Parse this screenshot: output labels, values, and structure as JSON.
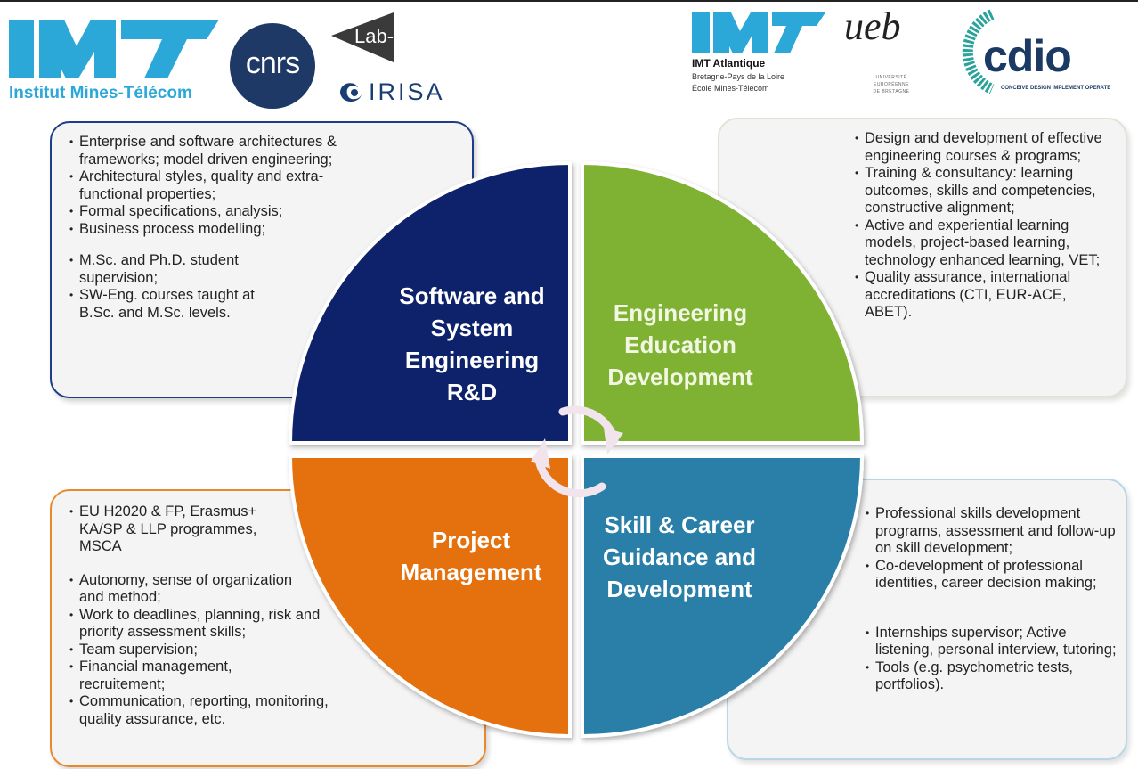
{
  "logos": {
    "imt": {
      "text": "Institut Mines-Télécom",
      "color": "#2ba8d8"
    },
    "cnrs": {
      "text": "cnrs",
      "color": "#1f3966"
    },
    "labsticc": {
      "text": "Lab-STICC"
    },
    "irisa": {
      "text": "IRISA",
      "color": "#1a3d73"
    },
    "imt_atlantique": {
      "name": "IMT Atlantique",
      "line1": "Bretagne-Pays de la Loire",
      "line2": "École Mines-Télécom"
    },
    "ueb": {
      "text": "ueb",
      "line1": "UNIVERSITÉ",
      "line2": "EUROPÉENNE",
      "line3": "DE BRETAGNE"
    },
    "cdio": {
      "text": "cdio",
      "tagline": "CONCEIVE DESIGN IMPLEMENT OPERATE"
    }
  },
  "quadrants": {
    "software": {
      "lines": [
        "Software and",
        "System",
        "Engineering",
        "R&D"
      ],
      "color": "#10226a"
    },
    "education": {
      "lines": [
        "Engineering",
        "Education",
        "Development"
      ],
      "color": "#7fb132"
    },
    "project": {
      "lines": [
        "Project",
        "Management"
      ],
      "color": "#e4710f"
    },
    "skill": {
      "lines": [
        "Skill & Career",
        "Guidance and",
        "Development"
      ],
      "color": "#2b7fa8"
    }
  },
  "boxes": {
    "software": [
      "Enterprise and software architectures & frameworks; model driven engineering;",
      "Architectural styles, quality and extra-functional properties;",
      "Formal specifications, analysis;",
      "Business process modelling;",
      "M.Sc. and Ph.D. student supervision;",
      "SW-Eng. courses taught at B.Sc. and M.Sc. levels."
    ],
    "education": [
      "Design and development of effective engineering courses & programs;",
      "Training & consultancy: learning outcomes, skills and competencies, constructive alignment;",
      "Active and experiential learning models, project-based learning, technology enhanced learning, VET;",
      "Quality assurance, international accreditations (CTI, EUR-ACE, ABET)."
    ],
    "project": [
      "EU H2020 & FP, Erasmus+ KA/SP & LLP programmes, MSCA",
      "Autonomy, sense of organization and method;",
      "Work to deadlines, planning, risk and priority assessment skills;",
      "Team supervision;",
      "Financial management, recruitement;",
      "Communication, reporting, monitoring, quality assurance, etc."
    ],
    "skill": [
      "Professional skills development programs, assessment and follow-up on skill development;",
      "Co-development of professional identities, career decision making;",
      "Internships supervisor; Active listening, personal interview, tutoring;",
      "Tools (e.g. psychometric tests, portfolios)."
    ]
  }
}
